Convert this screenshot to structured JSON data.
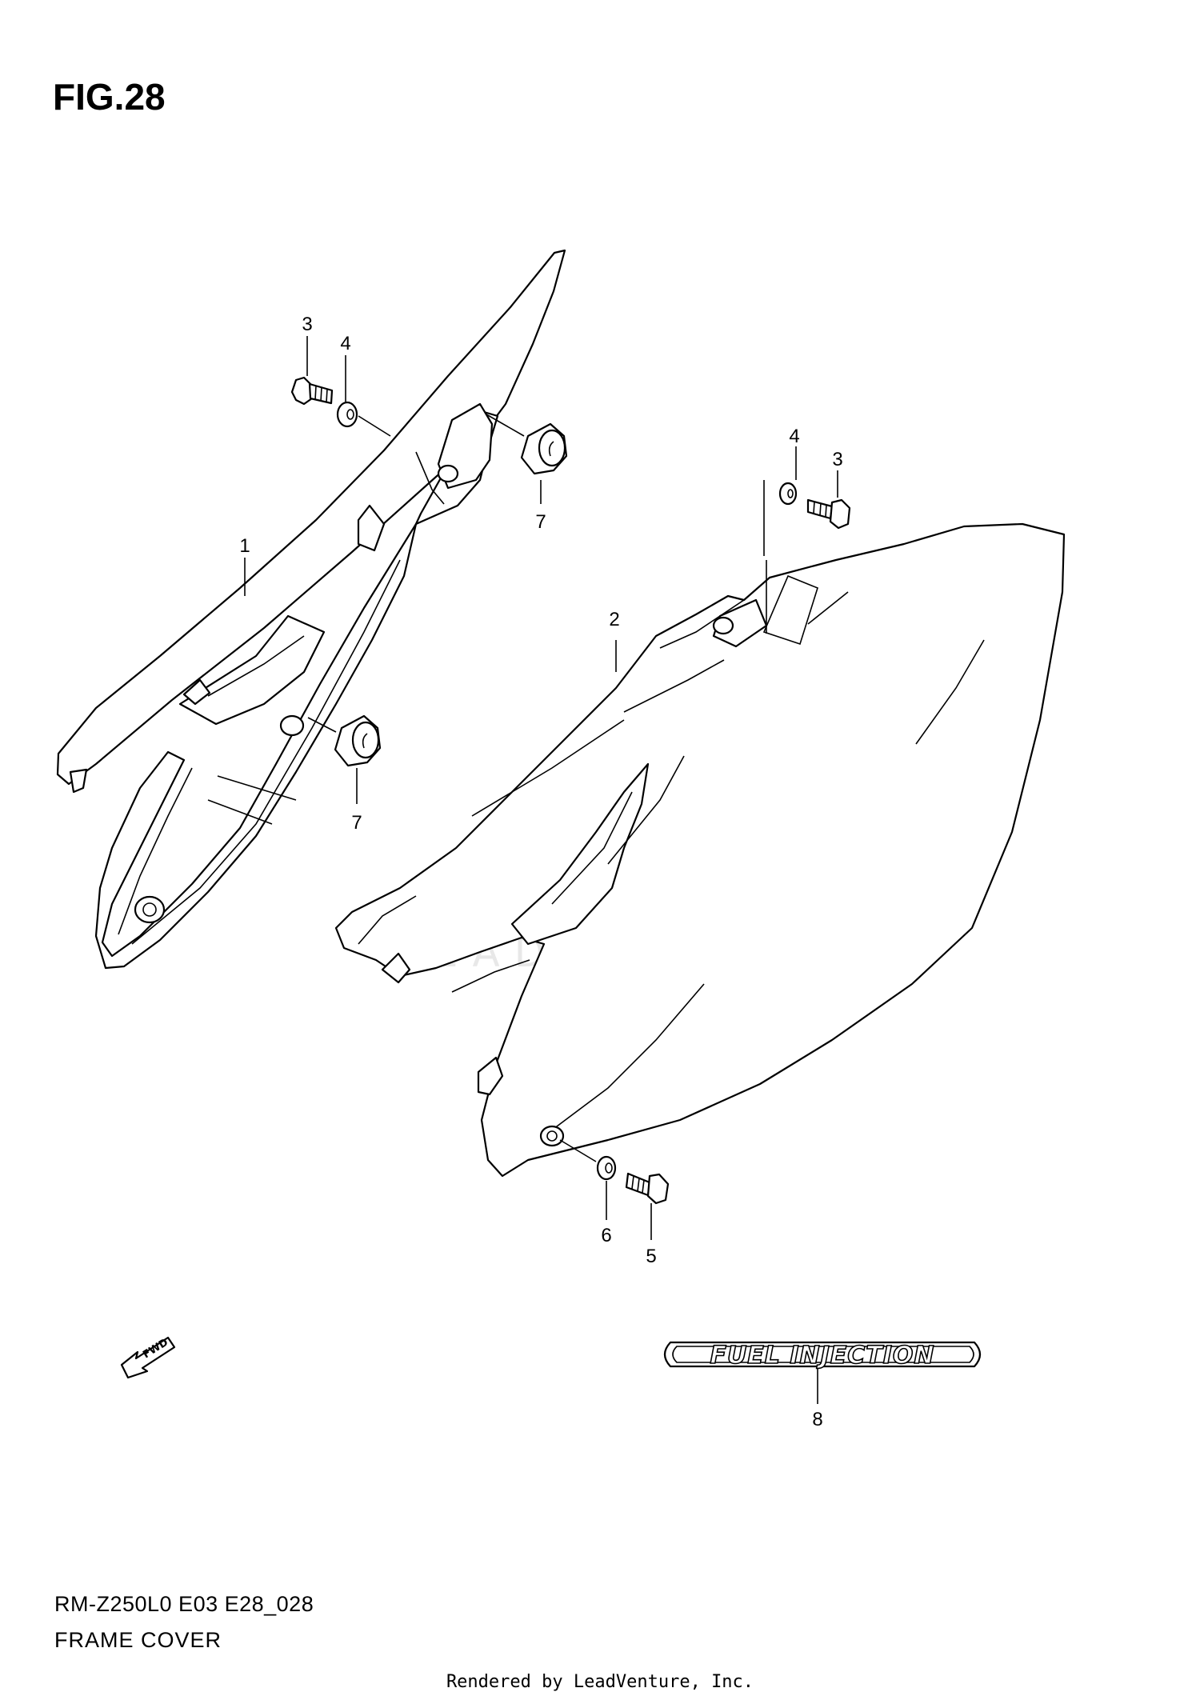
{
  "figure": {
    "title": "FIG.28",
    "code": "RM-Z250L0 E03 E28_028",
    "name": "FRAME COVER",
    "footer": "Rendered by LeadVenture, Inc.",
    "watermark": "LEADVENTURE"
  },
  "decal": {
    "text": "FUEL INJECTION"
  },
  "fwd_label": "FWD",
  "callouts": {
    "c1": "1",
    "c2": "2",
    "c3a": "3",
    "c4a": "4",
    "c4b": "4",
    "c3b": "3",
    "c7a": "7",
    "c7b": "7",
    "c6": "6",
    "c5": "5",
    "c8": "8"
  }
}
